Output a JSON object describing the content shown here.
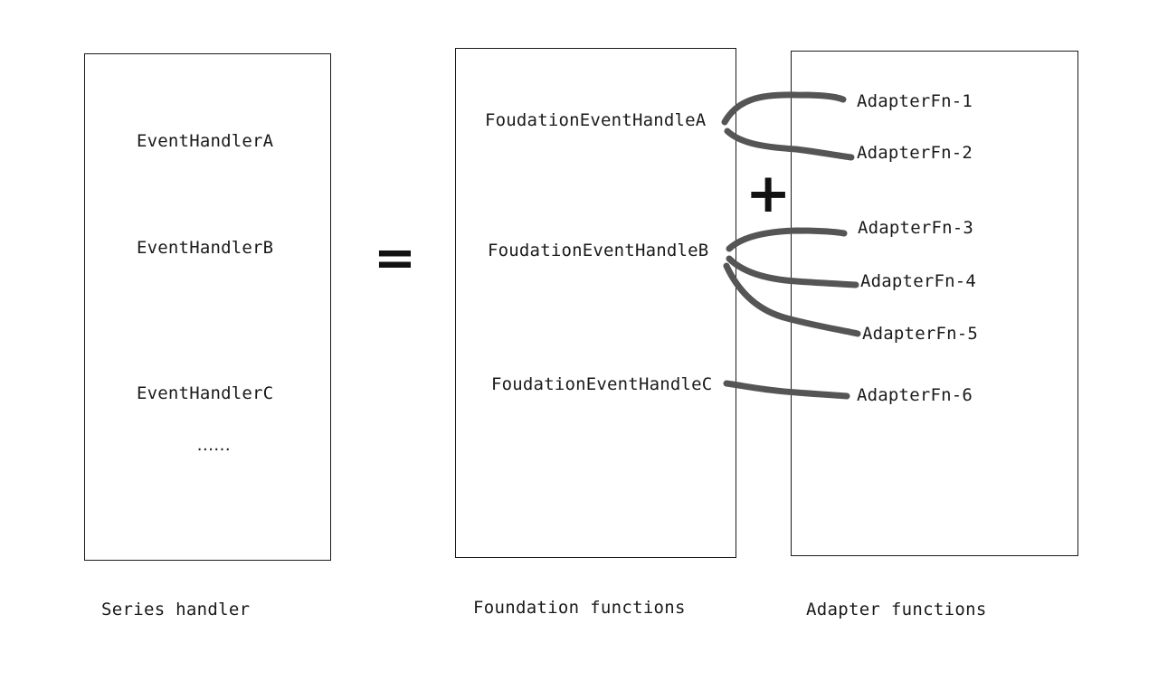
{
  "series_handler": {
    "caption": "Series handler",
    "items": [
      "EventHandlerA",
      "EventHandlerB",
      "EventHandlerC"
    ],
    "ellipsis": "......"
  },
  "operators": {
    "equals": "=",
    "plus": "+"
  },
  "foundation_functions": {
    "caption": "Foundation functions",
    "items": [
      "FoudationEventHandleA",
      "FoudationEventHandleB",
      "FoudationEventHandleC"
    ]
  },
  "adapter_functions": {
    "caption": "Adapter functions",
    "items": [
      "AdapterFn-1",
      "AdapterFn-2",
      "AdapterFn-3",
      "AdapterFn-4",
      "AdapterFn-5",
      "AdapterFn-6"
    ]
  },
  "connections": [
    {
      "from": "FoudationEventHandleA",
      "to": "AdapterFn-1"
    },
    {
      "from": "FoudationEventHandleA",
      "to": "AdapterFn-2"
    },
    {
      "from": "FoudationEventHandleB",
      "to": "AdapterFn-3"
    },
    {
      "from": "FoudationEventHandleB",
      "to": "AdapterFn-4"
    },
    {
      "from": "FoudationEventHandleB",
      "to": "AdapterFn-5"
    },
    {
      "from": "FoudationEventHandleC",
      "to": "AdapterFn-6"
    }
  ],
  "colors": {
    "stroke": "#1a1a1a",
    "connector": "#555555"
  }
}
